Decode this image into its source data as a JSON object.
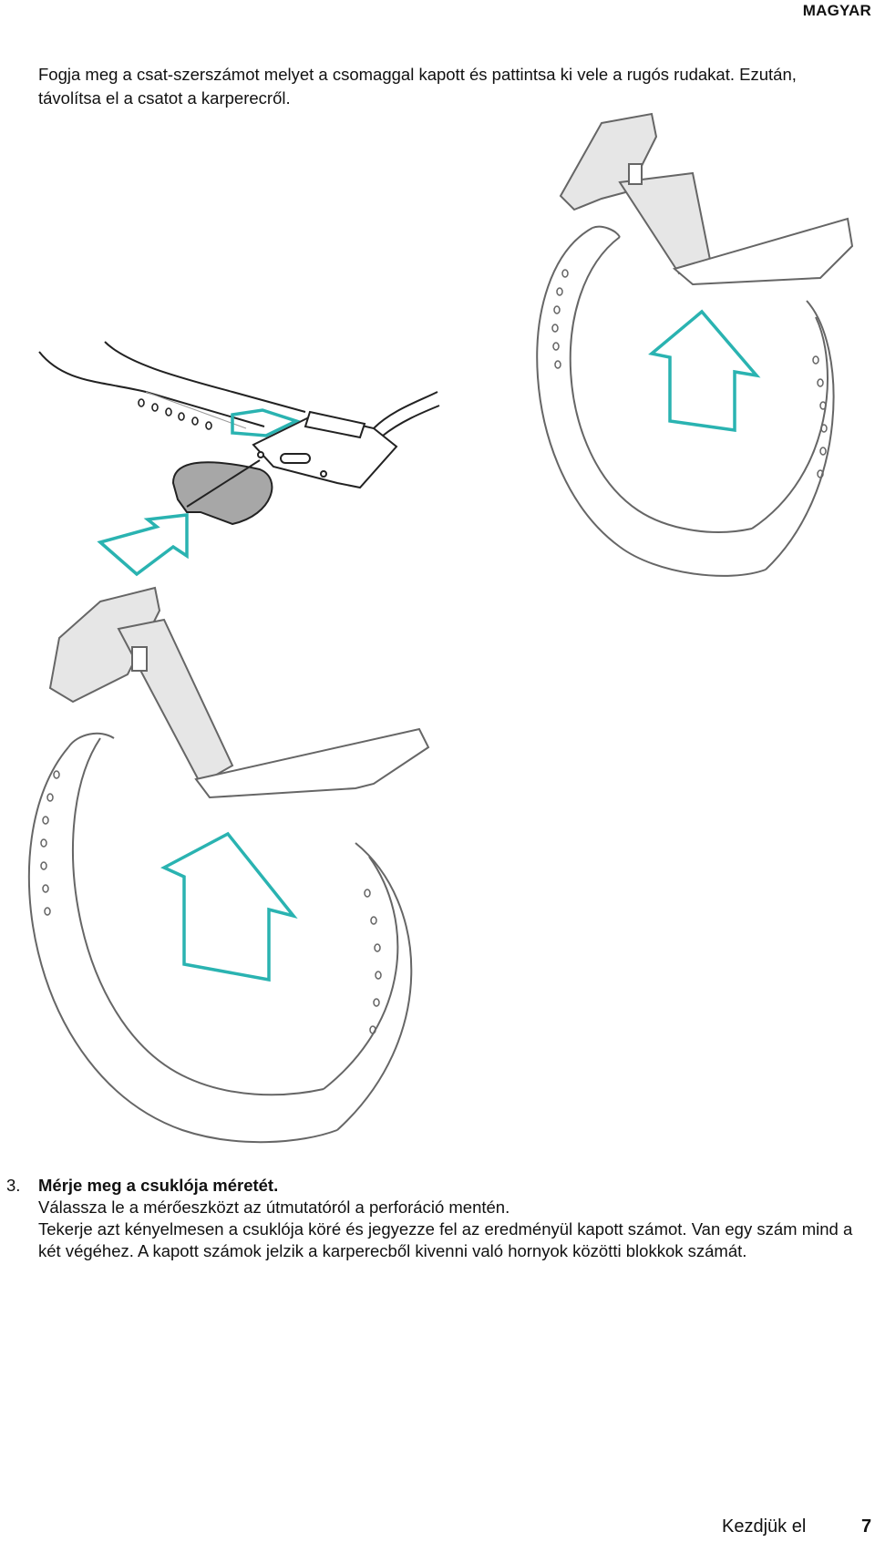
{
  "header": {
    "language": "MAGYAR"
  },
  "intro": {
    "text": "Fogja meg a csat-szerszámot melyet a csomaggal kapott és pattintsa ki vele a rugós rudakat. Ezután, távolítsa el a csatot a karperecről."
  },
  "illustration": {
    "icons": [
      "clasp-tool-icon",
      "strap-icon",
      "buckle-icon",
      "arrow-icon"
    ],
    "colors": {
      "arrow": "#2ab3b1",
      "line": "#666666",
      "tool_fill": "#a7a7a7",
      "strap_fill": "#e6e6e6"
    }
  },
  "step": {
    "number": "3.",
    "title": "Mérje meg a csuklója méretét.",
    "line1": "Válassza le a mérőeszközt az útmutatóról a perforáció mentén.",
    "line2": "Tekerje azt kényelmesen a csuklója köré és jegyezze fel az eredményül kapott számot. Van egy szám mind a két végéhez. A kapott számok jelzik a karperecből kivenni való hornyok közötti blokkok számát."
  },
  "footer": {
    "section": "Kezdjük el",
    "page": "7"
  }
}
